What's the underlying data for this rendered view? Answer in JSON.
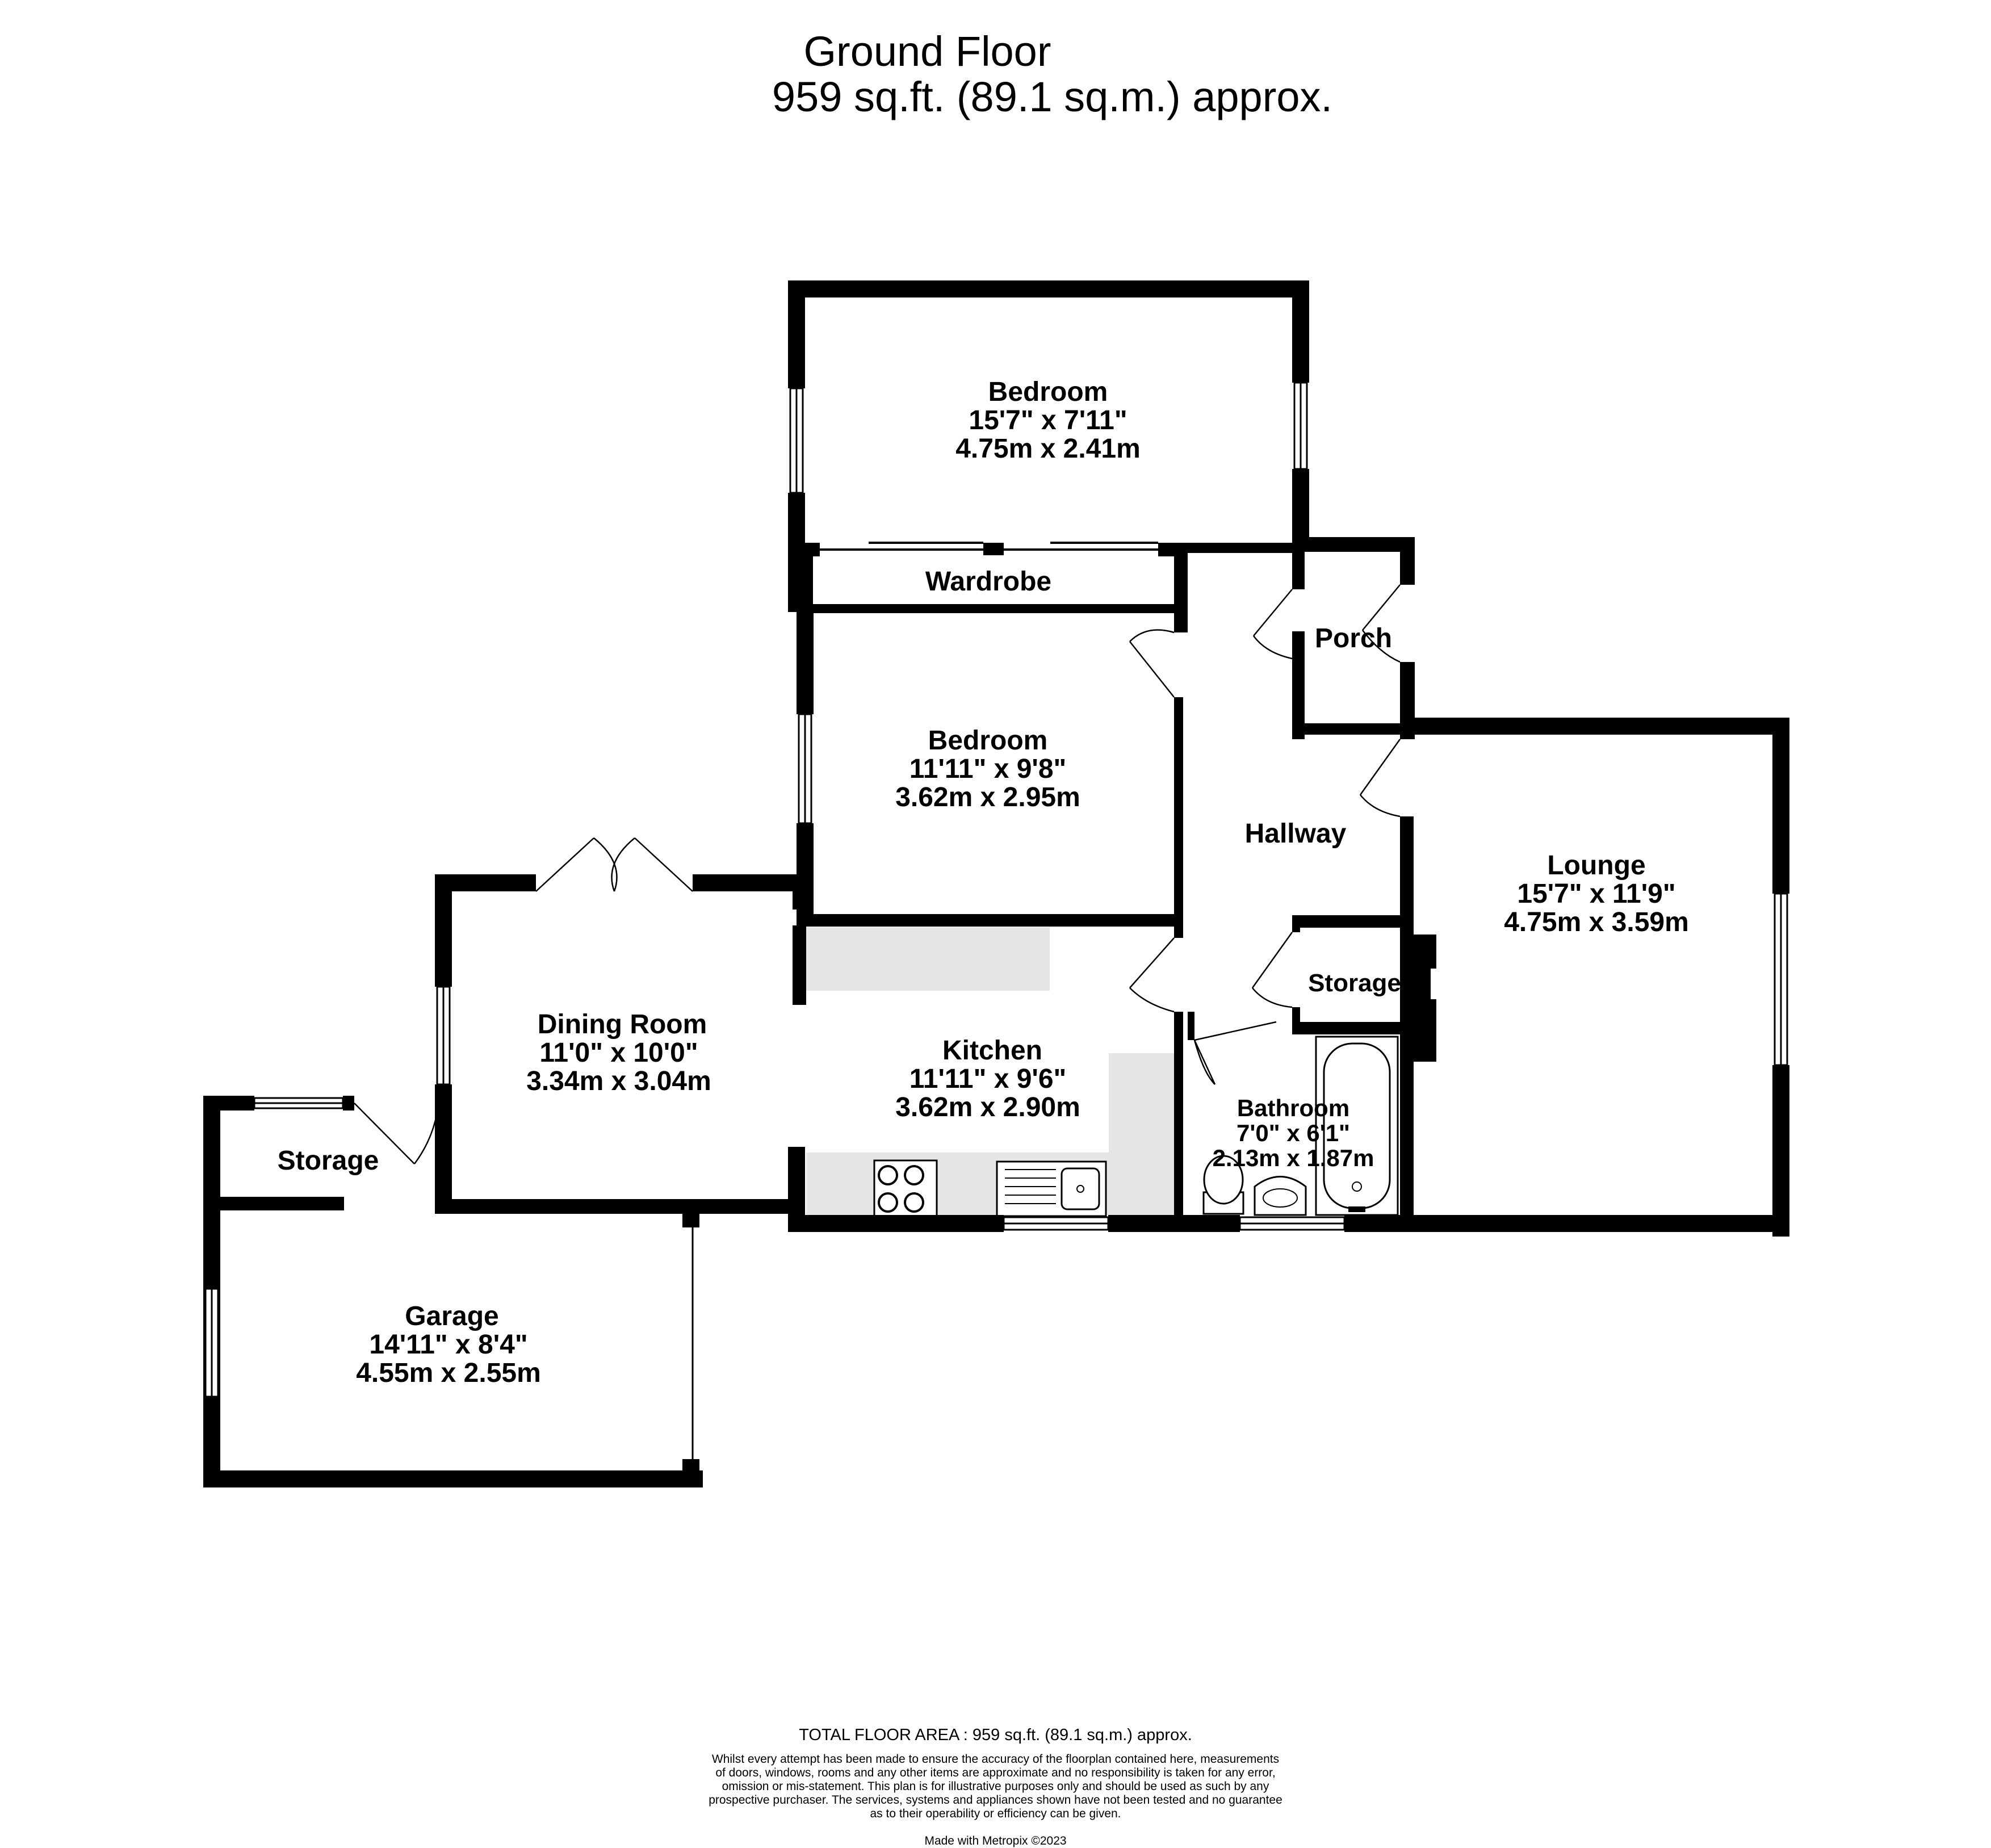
{
  "header": {
    "title": "Ground Floor",
    "area": "959 sq.ft. (89.1 sq.m.) approx."
  },
  "rooms": {
    "bedroom1": {
      "name": "Bedroom",
      "imperial": "15'7\"  x 7'11\"",
      "metric": "4.75m  x 2.41m"
    },
    "wardrobe": {
      "name": "Wardrobe"
    },
    "bedroom2": {
      "name": "Bedroom",
      "imperial": "11'11\"  x 9'8\"",
      "metric": "3.62m  x 2.95m"
    },
    "porch": {
      "name": "Porch"
    },
    "hallway": {
      "name": "Hallway"
    },
    "lounge": {
      "name": "Lounge",
      "imperial": "15'7\"  x 11'9\"",
      "metric": "4.75m  x 3.59m"
    },
    "storage_hall": {
      "name": "Storage"
    },
    "dining": {
      "name": "Dining Room",
      "imperial": "11'0\"  x 10'0\"",
      "metric": "3.34m  x 3.04m"
    },
    "kitchen": {
      "name": "Kitchen",
      "imperial": "11'11\"  x 9'6\"",
      "metric": "3.62m  x 2.90m"
    },
    "bathroom": {
      "name": "Bathroom",
      "imperial": "7'0\"  x 6'1\"",
      "metric": "2.13m  x 1.87m"
    },
    "storage_garage": {
      "name": "Storage"
    },
    "garage": {
      "name": "Garage",
      "imperial": "14'11\"  x 8'4\"",
      "metric": "4.55m  x 2.55m"
    }
  },
  "footer": {
    "total": "TOTAL FLOOR AREA : 959 sq.ft. (89.1 sq.m.) approx.",
    "disclaimer": [
      "Whilst every attempt has been made to ensure the accuracy of the floorplan contained here, measurements",
      "of doors, windows, rooms and any other items are approximate and no responsibility is taken for any error,",
      "omission or mis-statement. This plan is for illustrative purposes only and should be used as such by any",
      "prospective purchaser. The services, systems and appliances shown have not been tested and no guarantee",
      "as to their operability or efficiency can be given."
    ],
    "made_with": "Made with Metropix ©2023"
  },
  "colors": {
    "wall": "#000000",
    "fixture_fill": "#e6e6e6",
    "window_line": "#9a9a9a"
  }
}
